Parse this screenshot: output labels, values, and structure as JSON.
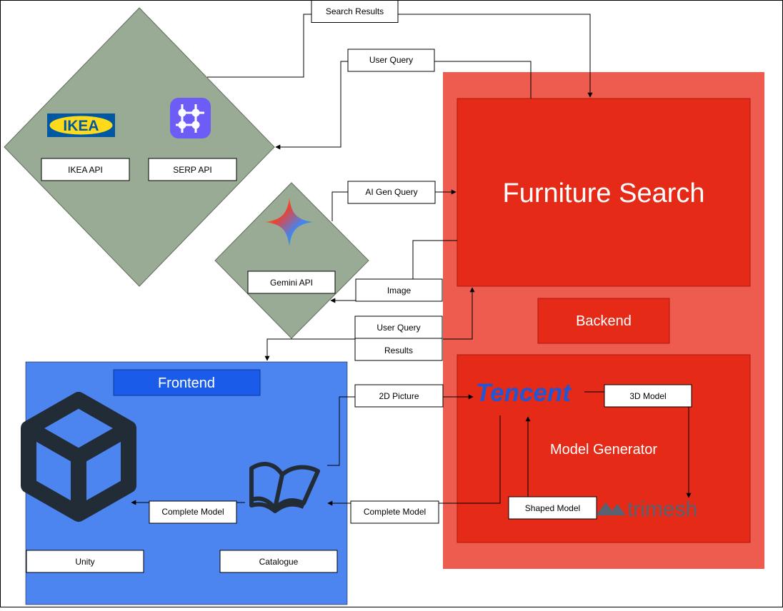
{
  "colors": {
    "api_diamond": "#9aab95",
    "backend_outer": "#ee5b4f",
    "backend_inner": "#e52a17",
    "frontend": "#4d85f0",
    "frontend_title": "#1a5ce9",
    "ikea_blue": "#0058a3",
    "ikea_yellow": "#ffda1a",
    "serp_purple": "#6e5cf6",
    "tencent_blue": "#1f57d6",
    "trimesh_gray": "#5a6272",
    "unity_dark": "#222c37"
  },
  "nodes": {
    "ikea_logo": "IKEA",
    "ikea_api": "IKEA API",
    "serp_api": "SERP API",
    "gemini_api": "Gemini API",
    "furniture_search": "Furniture Search",
    "backend": "Backend",
    "model_generator": "Model Generator",
    "tencent_logo": "Tencent",
    "trimesh_logo": "trimesh",
    "frontend": "Frontend",
    "unity": "Unity",
    "catalogue": "Catalogue"
  },
  "edges": {
    "search_results": "Search Results",
    "user_query_top": "User Query",
    "ai_gen_query": "AI Gen Query",
    "image": "Image",
    "user_query_mid": "User Query",
    "results": "Results",
    "picture_2d": "2D Picture",
    "model_3d": "3D Model",
    "shaped_model": "Shaped Model",
    "complete_model_right": "Complete Model",
    "complete_model_left": "Complete Model"
  },
  "icons": {
    "ikea": "ikea-logo-icon",
    "serp": "serp-api-icon",
    "gemini": "gemini-star-icon",
    "tencent": "tencent-logo-icon",
    "trimesh": "trimesh-logo-icon",
    "unity": "unity-logo-icon",
    "catalogue": "open-book-icon"
  }
}
